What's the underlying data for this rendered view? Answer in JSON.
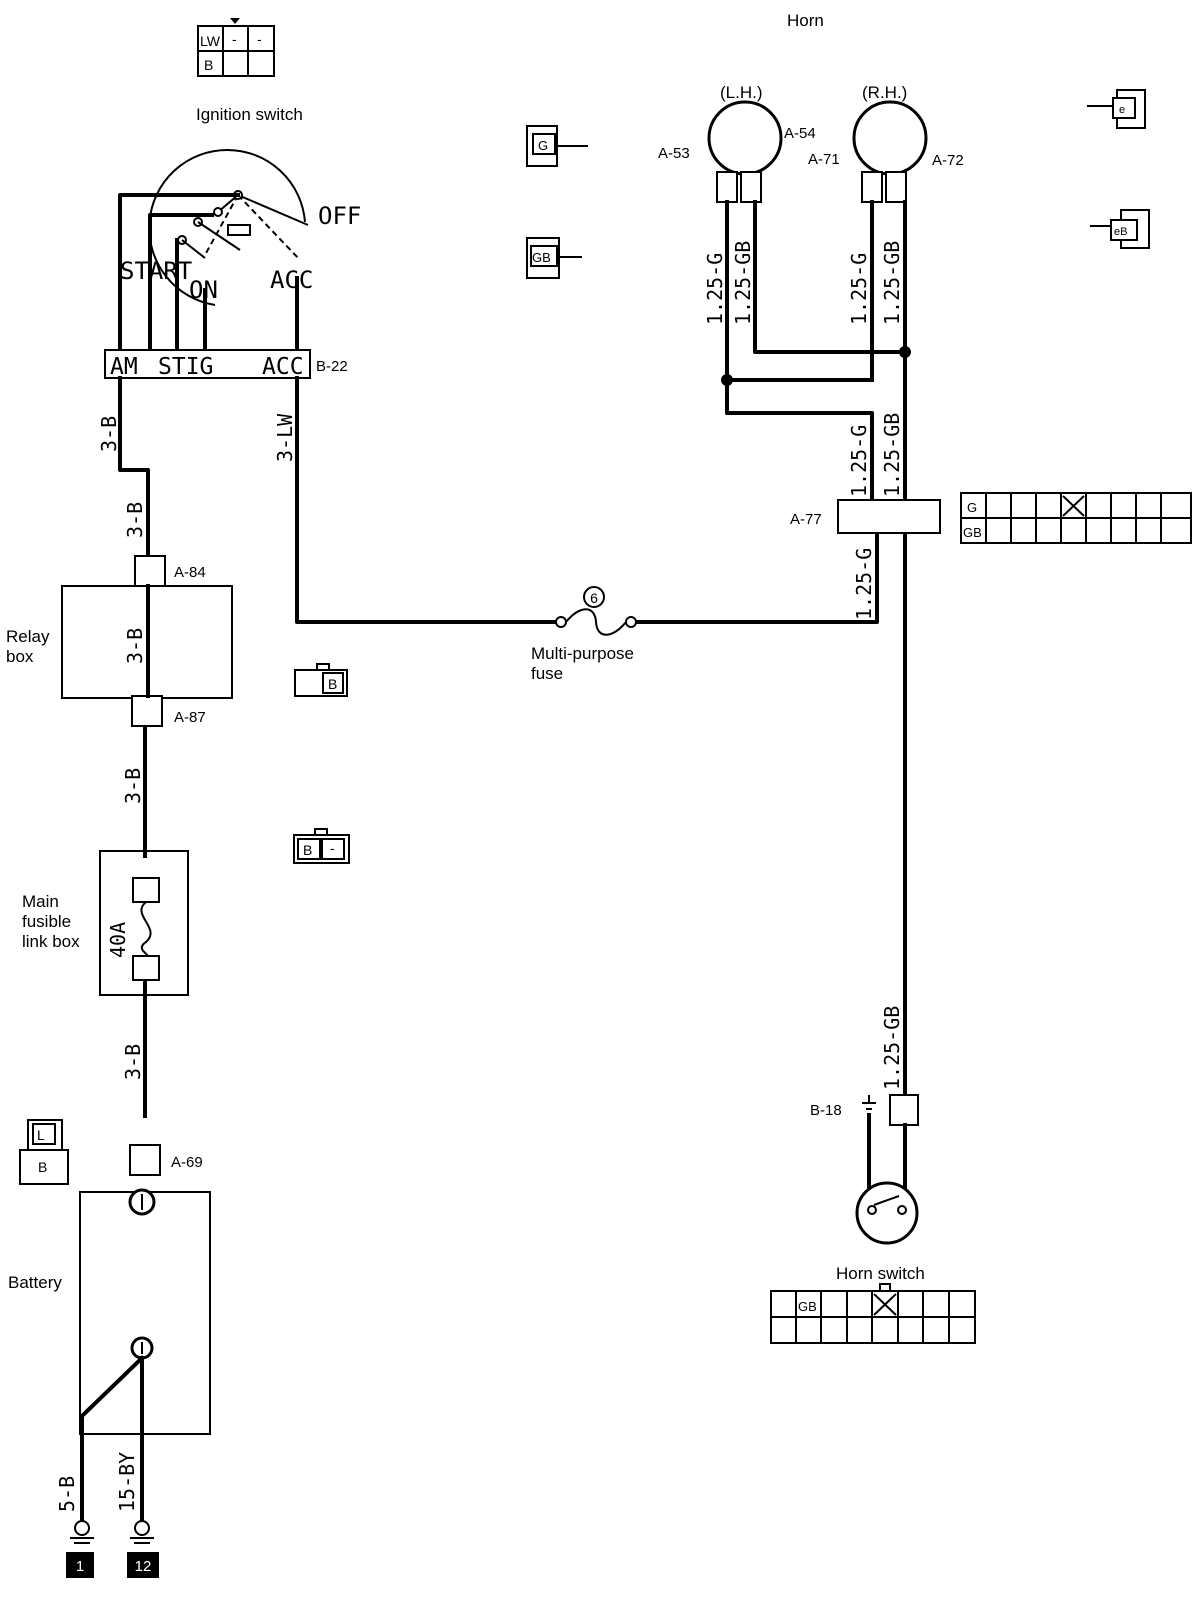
{
  "title": "Horn",
  "labels": {
    "ignition_switch": "Ignition switch",
    "relay_box_1": "Relay",
    "relay_box_2": "box",
    "main_fusible_1": "Main",
    "main_fusible_2": "fusible",
    "main_fusible_3": "link box",
    "battery": "Battery",
    "multi_fuse_1": "Multi-purpose",
    "multi_fuse_2": "fuse",
    "horn_switch": "Horn switch",
    "lh": "(L.H.)",
    "rh": "(R.H.)"
  },
  "switch_positions": {
    "off": "OFF",
    "start": "START",
    "on": "ON",
    "acc": "ACC"
  },
  "terminal_strip": {
    "am": "AM",
    "stig": "STIG",
    "acc": "ACC"
  },
  "connectors": {
    "b22": "B-22",
    "a84": "A-84",
    "a87": "A-87",
    "a69": "A-69",
    "a53": "A-53",
    "a54": "A-54",
    "a71": "A-71",
    "a72": "A-72",
    "a77": "A-77",
    "b18": "B-18"
  },
  "wires": {
    "w_3b_1": "3-B",
    "w_3b_2": "3-B",
    "w_3b_3": "3-B",
    "w_3b_4": "3-B",
    "w_3b_5": "3-B",
    "w_3lw": "3-LW",
    "w_lh_g": "1.25-G",
    "w_lh_gb": "1.25-GB",
    "w_rh_g": "1.25-G",
    "w_rh_gb": "1.25-GB",
    "w_mid_g": "1.25-G",
    "w_mid_gb": "1.25-GB",
    "w_low_g": "1.25-G",
    "w_sw_gb": "1.25-GB",
    "w_5b": "5-B",
    "w_15by": "15-BY"
  },
  "fuse": {
    "number": "6",
    "link_rating": "40A"
  },
  "grounds": {
    "g1": "1",
    "g12": "12"
  },
  "connector_faces": {
    "ign": {
      "r1c1": "LW",
      "r1c2": "-",
      "r1c3": "-",
      "r2c1": "B"
    },
    "g": "G",
    "gb": "GB",
    "right_top": "e",
    "right_mid": "eB",
    "relay": "B",
    "fusible_1": "B",
    "fusible_2": "-",
    "battery_top": "L",
    "battery_bottom": "B",
    "a77_row1": "G",
    "a77_row2": "GB",
    "horn_sw": "GB"
  }
}
